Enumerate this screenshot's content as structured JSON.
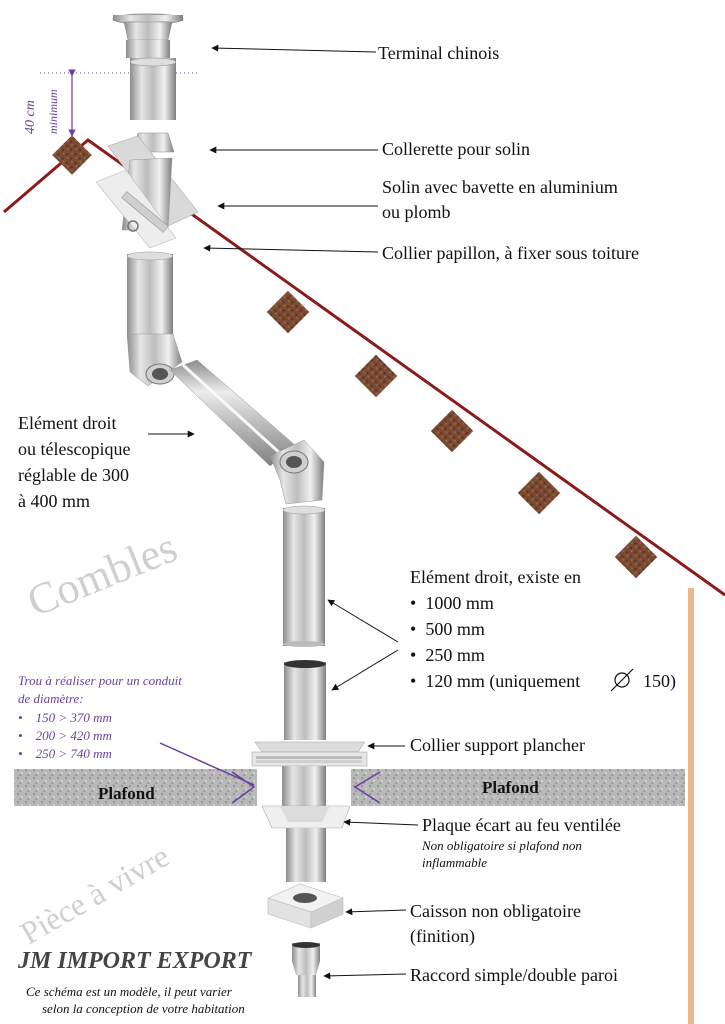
{
  "labels": {
    "terminal": "Terminal chinois",
    "collerette": "Collerette pour solin",
    "solin_1": "Solin avec bavette en aluminium",
    "solin_2": "ou plomb",
    "collier_papillon": "Collier papillon, à fixer sous toiture",
    "element_tele_1": "Elément droit",
    "element_tele_2": "ou télescopique",
    "element_tele_3": "réglable de 300",
    "element_tele_4": "à 400 mm",
    "element_droit": "Elément droit, existe en",
    "sizes": [
      "1000 mm",
      "500 mm",
      "250 mm",
      "120 mm (uniquement"
    ],
    "size_last_suffix": "150)",
    "collier_support": "Collier support plancher",
    "plafond": "Plafond",
    "plaque": "Plaque écart au feu ventilée",
    "plaque_note_1": "Non obligatoire si plafond non",
    "plaque_note_2": "inflammable",
    "caisson_1": "Caisson non obligatoire",
    "caisson_2": "(finition)",
    "raccord": "Raccord simple/double paroi",
    "min_height_1": "40 cm",
    "min_height_2": "minimum"
  },
  "trou": {
    "title_1": "Trou à réaliser pour un conduit",
    "title_2": "de diamètre:",
    "items": [
      "150 > 370 mm",
      "200 > 420 mm",
      "250 > 740 mm"
    ]
  },
  "watermarks": {
    "combles": "Combles",
    "piece": "Pièce à vivre"
  },
  "footer": {
    "company": "JM IMPORT EXPORT",
    "note_1": "Ce schéma est un modèle, il peut varier",
    "note_2": "selon la conception de votre habitation"
  },
  "colors": {
    "roof": "#8b1a1a",
    "accent": "#6a3fa0",
    "post": "#e8b98a",
    "tile": "#7a4a32"
  }
}
